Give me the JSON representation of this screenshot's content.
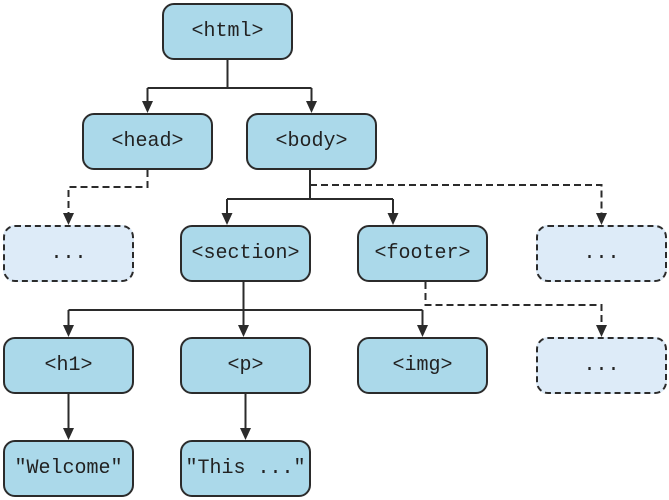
{
  "diagram": {
    "type": "tree",
    "description": "DOM tree of an HTML document",
    "colors": {
      "node_fill": "#abd9ea",
      "placeholder_fill": "#ddebf8",
      "stroke": "#2b2b2b",
      "background": "#ffffff"
    }
  },
  "nodes": {
    "html": {
      "label": "<html>"
    },
    "head": {
      "label": "<head>"
    },
    "body": {
      "label": "<body>"
    },
    "head_more": {
      "label": "..."
    },
    "section": {
      "label": "<section>"
    },
    "footer": {
      "label": "<footer>"
    },
    "body_more": {
      "label": "..."
    },
    "h1": {
      "label": "<h1>"
    },
    "p": {
      "label": "<p>"
    },
    "img": {
      "label": "<img>"
    },
    "footer_more": {
      "label": "..."
    },
    "welcome": {
      "label": "\"Welcome\""
    },
    "this_text": {
      "label": "\"This ...\""
    }
  },
  "edges": [
    {
      "from": "html",
      "to": "head",
      "style": "solid"
    },
    {
      "from": "html",
      "to": "body",
      "style": "solid"
    },
    {
      "from": "head",
      "to": "head_more",
      "style": "dashed"
    },
    {
      "from": "body",
      "to": "section",
      "style": "solid"
    },
    {
      "from": "body",
      "to": "footer",
      "style": "solid"
    },
    {
      "from": "body",
      "to": "body_more",
      "style": "dashed"
    },
    {
      "from": "section",
      "to": "h1",
      "style": "solid"
    },
    {
      "from": "section",
      "to": "p",
      "style": "solid"
    },
    {
      "from": "section",
      "to": "img",
      "style": "solid"
    },
    {
      "from": "footer",
      "to": "footer_more",
      "style": "dashed"
    },
    {
      "from": "h1",
      "to": "welcome",
      "style": "solid"
    },
    {
      "from": "p",
      "to": "this_text",
      "style": "solid"
    }
  ]
}
